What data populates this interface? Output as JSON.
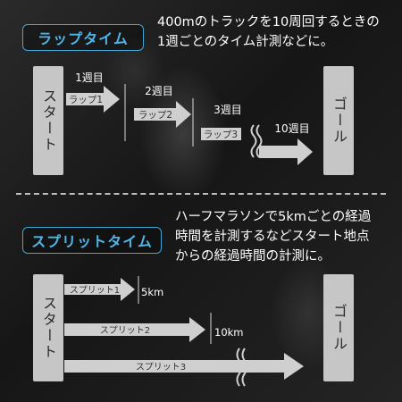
{
  "lap": {
    "badge": "ラップタイム",
    "description": "400mのトラックを10周回するときの\n1週ごとのタイム計測などに。",
    "start_label": "スタート",
    "goal_label": "ゴール",
    "laps": [
      "ラップ1",
      "ラップ2",
      "ラップ3"
    ],
    "markers": [
      "1週目",
      "2週目",
      "3週目",
      "10週目"
    ]
  },
  "split": {
    "badge": "スプリットタイム",
    "description": "ハーフマラソンで5kmごとの経過\n時間を計測するなどスタート地点\nからの経過時間の計測に。",
    "start_label": "スタート",
    "goal_label": "ゴール",
    "splits": [
      "スプリット1",
      "スプリット2",
      "スプリット3"
    ],
    "distances": [
      "5km",
      "10km"
    ]
  },
  "colors": {
    "accent": "#3fa6d6",
    "arrow_fill": "#cfcfcf",
    "box_fill": "#c6c6c6",
    "text": "#ffffff"
  }
}
